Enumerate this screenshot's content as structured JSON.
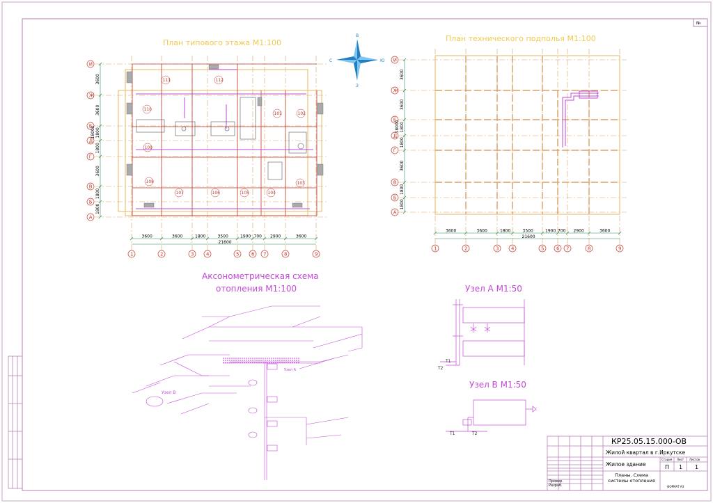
{
  "sheet": {
    "corner_mark": "№"
  },
  "plan_floor": {
    "title": "План типового этажа М1:100",
    "rows": [
      "И",
      "Ж",
      "Е",
      "Д",
      "Г",
      "В",
      "Б",
      "А"
    ],
    "cols": [
      "1",
      "2",
      "3",
      "4",
      "5",
      "6",
      "7",
      "8",
      "9"
    ],
    "dims_bottom": [
      "3600",
      "3600",
      "1800",
      "3500",
      "1900",
      "700",
      "2900",
      "3600"
    ],
    "total_bottom": "21600",
    "dims_left": [
      "3600",
      "3600",
      "1800",
      "1800",
      "3600",
      "1800",
      "1800"
    ],
    "total_left": "18000",
    "rooms": [
      "111",
      "112",
      "110",
      "101",
      "102",
      "109",
      "108",
      "107",
      "106",
      "105",
      "104",
      "103"
    ]
  },
  "plan_basement": {
    "title": "План технического подполья М1:100",
    "rows": [
      "И",
      "Ж",
      "Е",
      "Д",
      "Г",
      "В",
      "Б",
      "А"
    ],
    "cols": [
      "1",
      "2",
      "3",
      "4",
      "5",
      "6",
      "7",
      "8",
      "9"
    ],
    "dims_bottom": [
      "3600",
      "3600",
      "1800",
      "3500",
      "1900",
      "700",
      "2900",
      "3600"
    ],
    "total_bottom": "21600",
    "dims_left": [
      "3600",
      "3600",
      "1800",
      "1800",
      "3600",
      "1800",
      "1800"
    ],
    "total_left": "18000"
  },
  "compass": {
    "n": "В",
    "s": "З",
    "w": "С",
    "e": "Ю"
  },
  "axonometric": {
    "title_line1": "Аксонометрическая схема",
    "title_line2": "отопления М1:100",
    "node_b_label": "Узел В",
    "node_a_label": "Узел А"
  },
  "node_a": {
    "title": "Узел А М1:50",
    "t1": "Т1",
    "t2": "Т2"
  },
  "node_b": {
    "title": "Узел В М1:50",
    "t1": "Т1",
    "t2": "Т2"
  },
  "stamp": {
    "code": "КР25.05.15.000-ОВ",
    "project": "Жилой квартал в г.Иркутске",
    "building": "Жилое здание",
    "stage_h": "Стадия",
    "sheet_h": "Лист",
    "sheets_h": "Листов",
    "stage": "П",
    "sheet": "1",
    "sheets": "1",
    "content": "Планы. Схема системы отопления",
    "checked": "Провер.",
    "developed": "Разраб.",
    "format": "ФОРМАТ А3"
  }
}
